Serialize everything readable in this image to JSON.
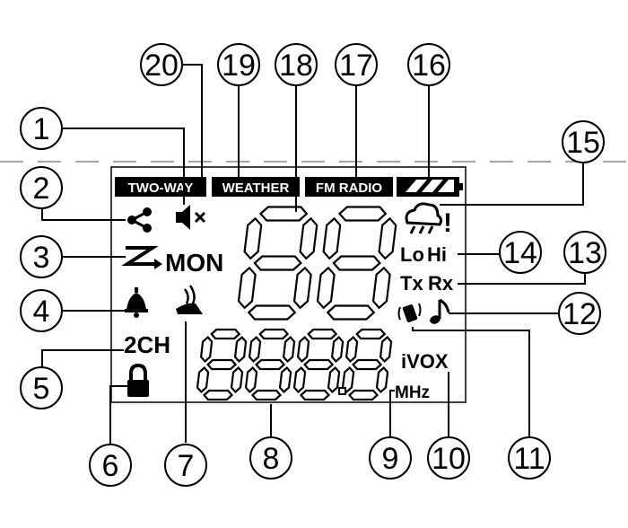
{
  "lcd": {
    "labels": {
      "two_way": "TWO-WAY",
      "weather": "WEATHER",
      "fm_radio": "FM RADIO",
      "mon": "MON",
      "two_ch": "2CH",
      "lo": "Lo",
      "hi": "Hi",
      "tx": "Tx",
      "rx": "Rx",
      "ivox": "iVOX",
      "mhz": "MHz",
      "alert_mark": "!"
    },
    "big_digits": "88",
    "freq_digits": "888.8"
  },
  "callouts": [
    "1",
    "2",
    "3",
    "4",
    "5",
    "6",
    "7",
    "8",
    "9",
    "10",
    "11",
    "12",
    "13",
    "14",
    "15",
    "16",
    "17",
    "18",
    "19",
    "20"
  ],
  "colors": {
    "ink": "#000000",
    "dash": "#a6a6a6",
    "background": "#ffffff"
  },
  "icons": [
    "mute-icon",
    "share-icon",
    "scan-icon",
    "bell-icon",
    "lock-icon",
    "noaa-alert-icon",
    "battery-icon",
    "weather-alert-icon",
    "vibrate-icon",
    "music-note-icon"
  ]
}
